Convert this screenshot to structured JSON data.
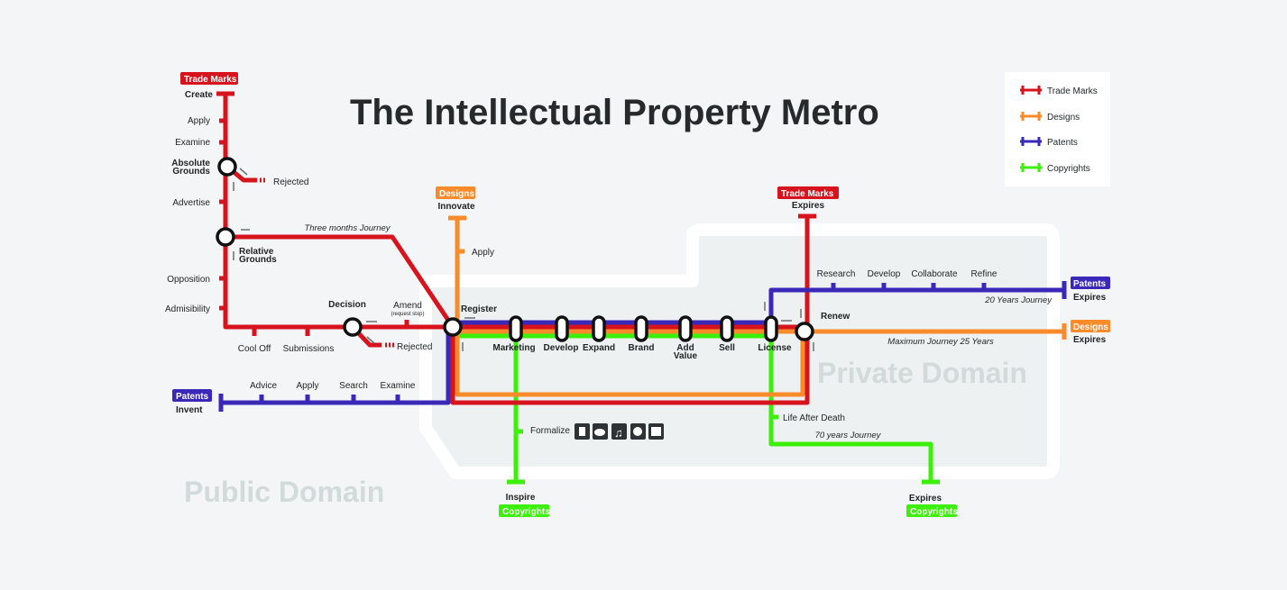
{
  "title": "The Intellectual Property Metro",
  "colors": {
    "trade_marks": "#d7141e",
    "designs": "#f98b2a",
    "patents": "#3a28b8",
    "copyrights": "#3cf00a"
  },
  "legend": [
    "Trade Marks",
    "Designs",
    "Patents",
    "Copyrights"
  ],
  "domains": {
    "public": "Public Domain",
    "private": "Private Domain"
  },
  "trade_marks": {
    "tag": "Trade Marks",
    "start": "Create",
    "stops": [
      "Apply",
      "Examine",
      "Absolute",
      "Grounds",
      "Rejected",
      "Advertise",
      "Relative",
      "Grounds",
      "Opposition",
      "Admisibility",
      "Cool Off",
      "Submissions",
      "Decision",
      "Amend",
      "(request stop)",
      "Rejected"
    ],
    "journey": "Three months Journey",
    "end_tag": "Trade Marks",
    "end": "Expires"
  },
  "designs": {
    "tag": "Designs",
    "start": "Innovate",
    "stops": [
      "Apply"
    ],
    "journey": "Maximum  Journey 25 Years",
    "end_tag": "Designs",
    "end": "Expires"
  },
  "patents": {
    "tag": "Patents",
    "start": "Invent",
    "stops": [
      "Advice",
      "Apply",
      "Search",
      "Examine"
    ],
    "private_stops": [
      "Research",
      "Develop",
      "Collaborate",
      "Refine"
    ],
    "journey": "20 Years Journey",
    "end_tag": "Patents",
    "end": "Expires"
  },
  "copyrights": {
    "start": "Inspire",
    "tag": "Copyrights",
    "stops": [
      "Formalize",
      "Life After Death"
    ],
    "journey": "70 years Journey",
    "end": "Expires",
    "end_tag": "Copyrights",
    "icons": [
      "phone-icon",
      "palette-icon",
      "music-icon",
      "film-reel-icon",
      "book-icon"
    ]
  },
  "trunk": {
    "register": "Register",
    "renew": "Renew",
    "stations": [
      "Marketing",
      "Develop",
      "Expand",
      "Brand",
      "Add",
      "Value",
      "Sell",
      "License"
    ]
  }
}
